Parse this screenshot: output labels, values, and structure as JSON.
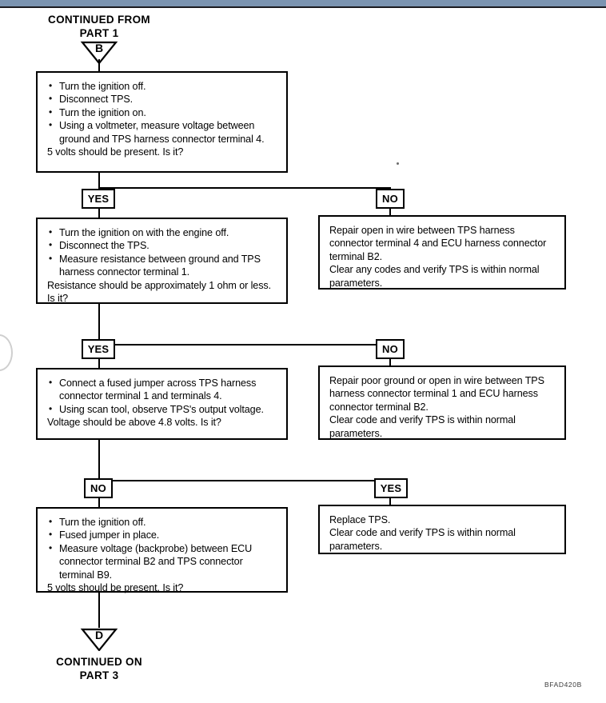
{
  "document": {
    "figure_code": "BFAD420B",
    "accent_bar_color": "#7b94b1",
    "ink_color": "#000000"
  },
  "header": {
    "line1": "CONTINUED FROM",
    "line2": "PART 1"
  },
  "footer": {
    "line1": "CONTINUED ON",
    "line2": "PART 3"
  },
  "connectors": {
    "top": {
      "letter": "B",
      "name": "connector-b"
    },
    "bottom": {
      "letter": "D",
      "name": "connector-d"
    }
  },
  "labels": {
    "yes": "YES",
    "no": "NO"
  },
  "steps": [
    {
      "id": "step-1",
      "side": "left",
      "lines": [
        {
          "type": "bullet",
          "text": "Turn the ignition off."
        },
        {
          "type": "bullet",
          "text": "Disconnect TPS."
        },
        {
          "type": "bullet",
          "text": "Turn the ignition on."
        },
        {
          "type": "bullet",
          "text": "Using a voltmeter, measure voltage between"
        },
        {
          "type": "cont",
          "text": "ground and TPS harness connector terminal 4."
        },
        {
          "type": "plain",
          "text": "5 volts should be present. Is it?"
        }
      ]
    },
    {
      "id": "step-2",
      "side": "left",
      "lines": [
        {
          "type": "bullet",
          "text": "Turn the ignition on with the engine off."
        },
        {
          "type": "bullet",
          "text": "Disconnect the TPS."
        },
        {
          "type": "bullet",
          "text": "Measure resistance between ground and TPS"
        },
        {
          "type": "cont",
          "text": "harness connector terminal 1."
        },
        {
          "type": "plain",
          "text": "Resistance should be approximately 1 ohm or less."
        },
        {
          "type": "plain",
          "text": "Is it?"
        }
      ]
    },
    {
      "id": "step-3",
      "side": "left",
      "lines": [
        {
          "type": "bullet",
          "text": "Connect a fused jumper across TPS harness"
        },
        {
          "type": "cont",
          "text": "connector terminal 1 and terminals 4."
        },
        {
          "type": "bullet",
          "text": "Using scan tool, observe TPS's output voltage."
        },
        {
          "type": "plain",
          "text": "Voltage should be above 4.8 volts. Is it?"
        }
      ]
    },
    {
      "id": "step-4",
      "side": "left",
      "lines": [
        {
          "type": "bullet",
          "text": "Turn the ignition off."
        },
        {
          "type": "bullet",
          "text": "Fused jumper in place."
        },
        {
          "type": "bullet",
          "text": "Measure voltage (backprobe) between ECU"
        },
        {
          "type": "cont",
          "text": "connector terminal B2 and TPS connector"
        },
        {
          "type": "cont",
          "text": "terminal B9."
        },
        {
          "type": "plain",
          "text": "5 volts should be present. Is it?"
        }
      ]
    }
  ],
  "outcomes": [
    {
      "id": "outcome-1",
      "branch": "NO",
      "lines": [
        {
          "type": "plain",
          "text": "Repair open in wire between TPS harness"
        },
        {
          "type": "plain",
          "text": "connector terminal 4 and ECU harness connector"
        },
        {
          "type": "plain",
          "text": "terminal B2."
        },
        {
          "type": "plain",
          "text": "Clear any codes and verify TPS is within normal"
        },
        {
          "type": "plain",
          "text": "parameters."
        }
      ]
    },
    {
      "id": "outcome-2",
      "branch": "NO",
      "lines": [
        {
          "type": "plain",
          "text": "Repair poor ground or open in wire between TPS"
        },
        {
          "type": "plain",
          "text": "harness connector terminal 1 and ECU harness"
        },
        {
          "type": "plain",
          "text": "connector terminal B2."
        },
        {
          "type": "plain",
          "text": "Clear code and verify TPS is within normal"
        },
        {
          "type": "plain",
          "text": "parameters."
        }
      ]
    },
    {
      "id": "outcome-3",
      "branch": "YES",
      "lines": [
        {
          "type": "plain",
          "text": "Replace TPS."
        },
        {
          "type": "plain",
          "text": "Clear code and verify TPS is within normal"
        },
        {
          "type": "plain",
          "text": "parameters."
        }
      ]
    }
  ],
  "branch_tags": [
    {
      "id": "branch-1-yes",
      "label": "YES",
      "kind": "yes"
    },
    {
      "id": "branch-1-no",
      "label": "NO",
      "kind": "no"
    },
    {
      "id": "branch-2-yes",
      "label": "YES",
      "kind": "yes"
    },
    {
      "id": "branch-2-no",
      "label": "NO",
      "kind": "no"
    },
    {
      "id": "branch-3-no",
      "label": "NO",
      "kind": "no"
    },
    {
      "id": "branch-3-yes",
      "label": "YES",
      "kind": "yes"
    }
  ]
}
